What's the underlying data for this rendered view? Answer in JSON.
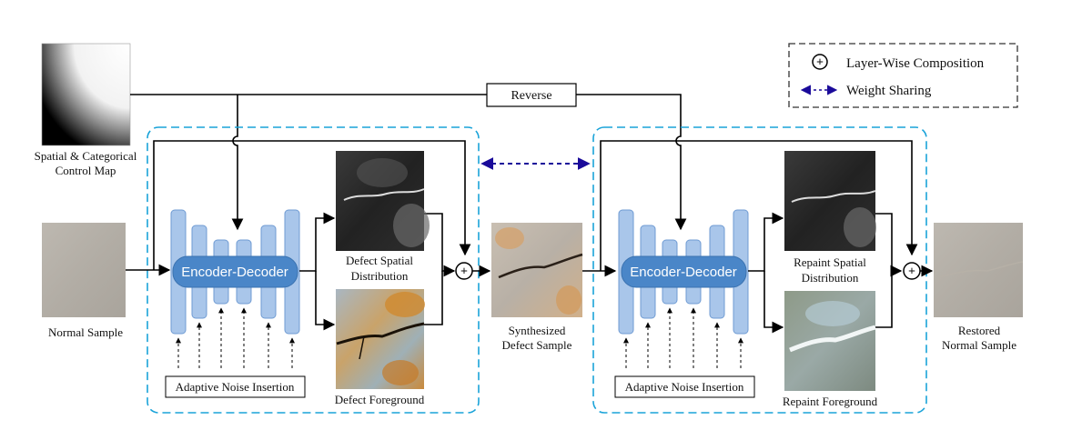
{
  "legend": {
    "composition_label": "Layer-Wise Composition",
    "sharing_label": "Weight Sharing",
    "plus_symbol": "+"
  },
  "inputs": {
    "control_map_label_line1": "Spatial & Categorical",
    "control_map_label_line2": "Control Map",
    "normal_sample_label": "Normal Sample"
  },
  "reverse_label": "Reverse",
  "stage1": {
    "encoder_label": "Encoder-Decoder",
    "noise_label": "Adaptive Noise Insertion",
    "spatial_label_line1": "Defect Spatial",
    "spatial_label_line2": "Distribution",
    "foreground_label": "Defect Foreground",
    "output_label_line1": "Synthesized",
    "output_label_line2": "Defect Sample"
  },
  "stage2": {
    "encoder_label": "Encoder-Decoder",
    "noise_label": "Adaptive Noise Insertion",
    "spatial_label_line1": "Repaint Spatial",
    "spatial_label_line2": "Distribution",
    "foreground_label": "Repaint Foreground",
    "output_label_line1": "Restored",
    "output_label_line2": "Normal Sample"
  },
  "colors": {
    "frame_border": "#1aa3d9",
    "sharing_arrow": "#1a0a9a",
    "encoder_fill": "#4a86c8",
    "layer_fill": "#a9c6ea",
    "layer_stroke": "#6f9bd3"
  }
}
